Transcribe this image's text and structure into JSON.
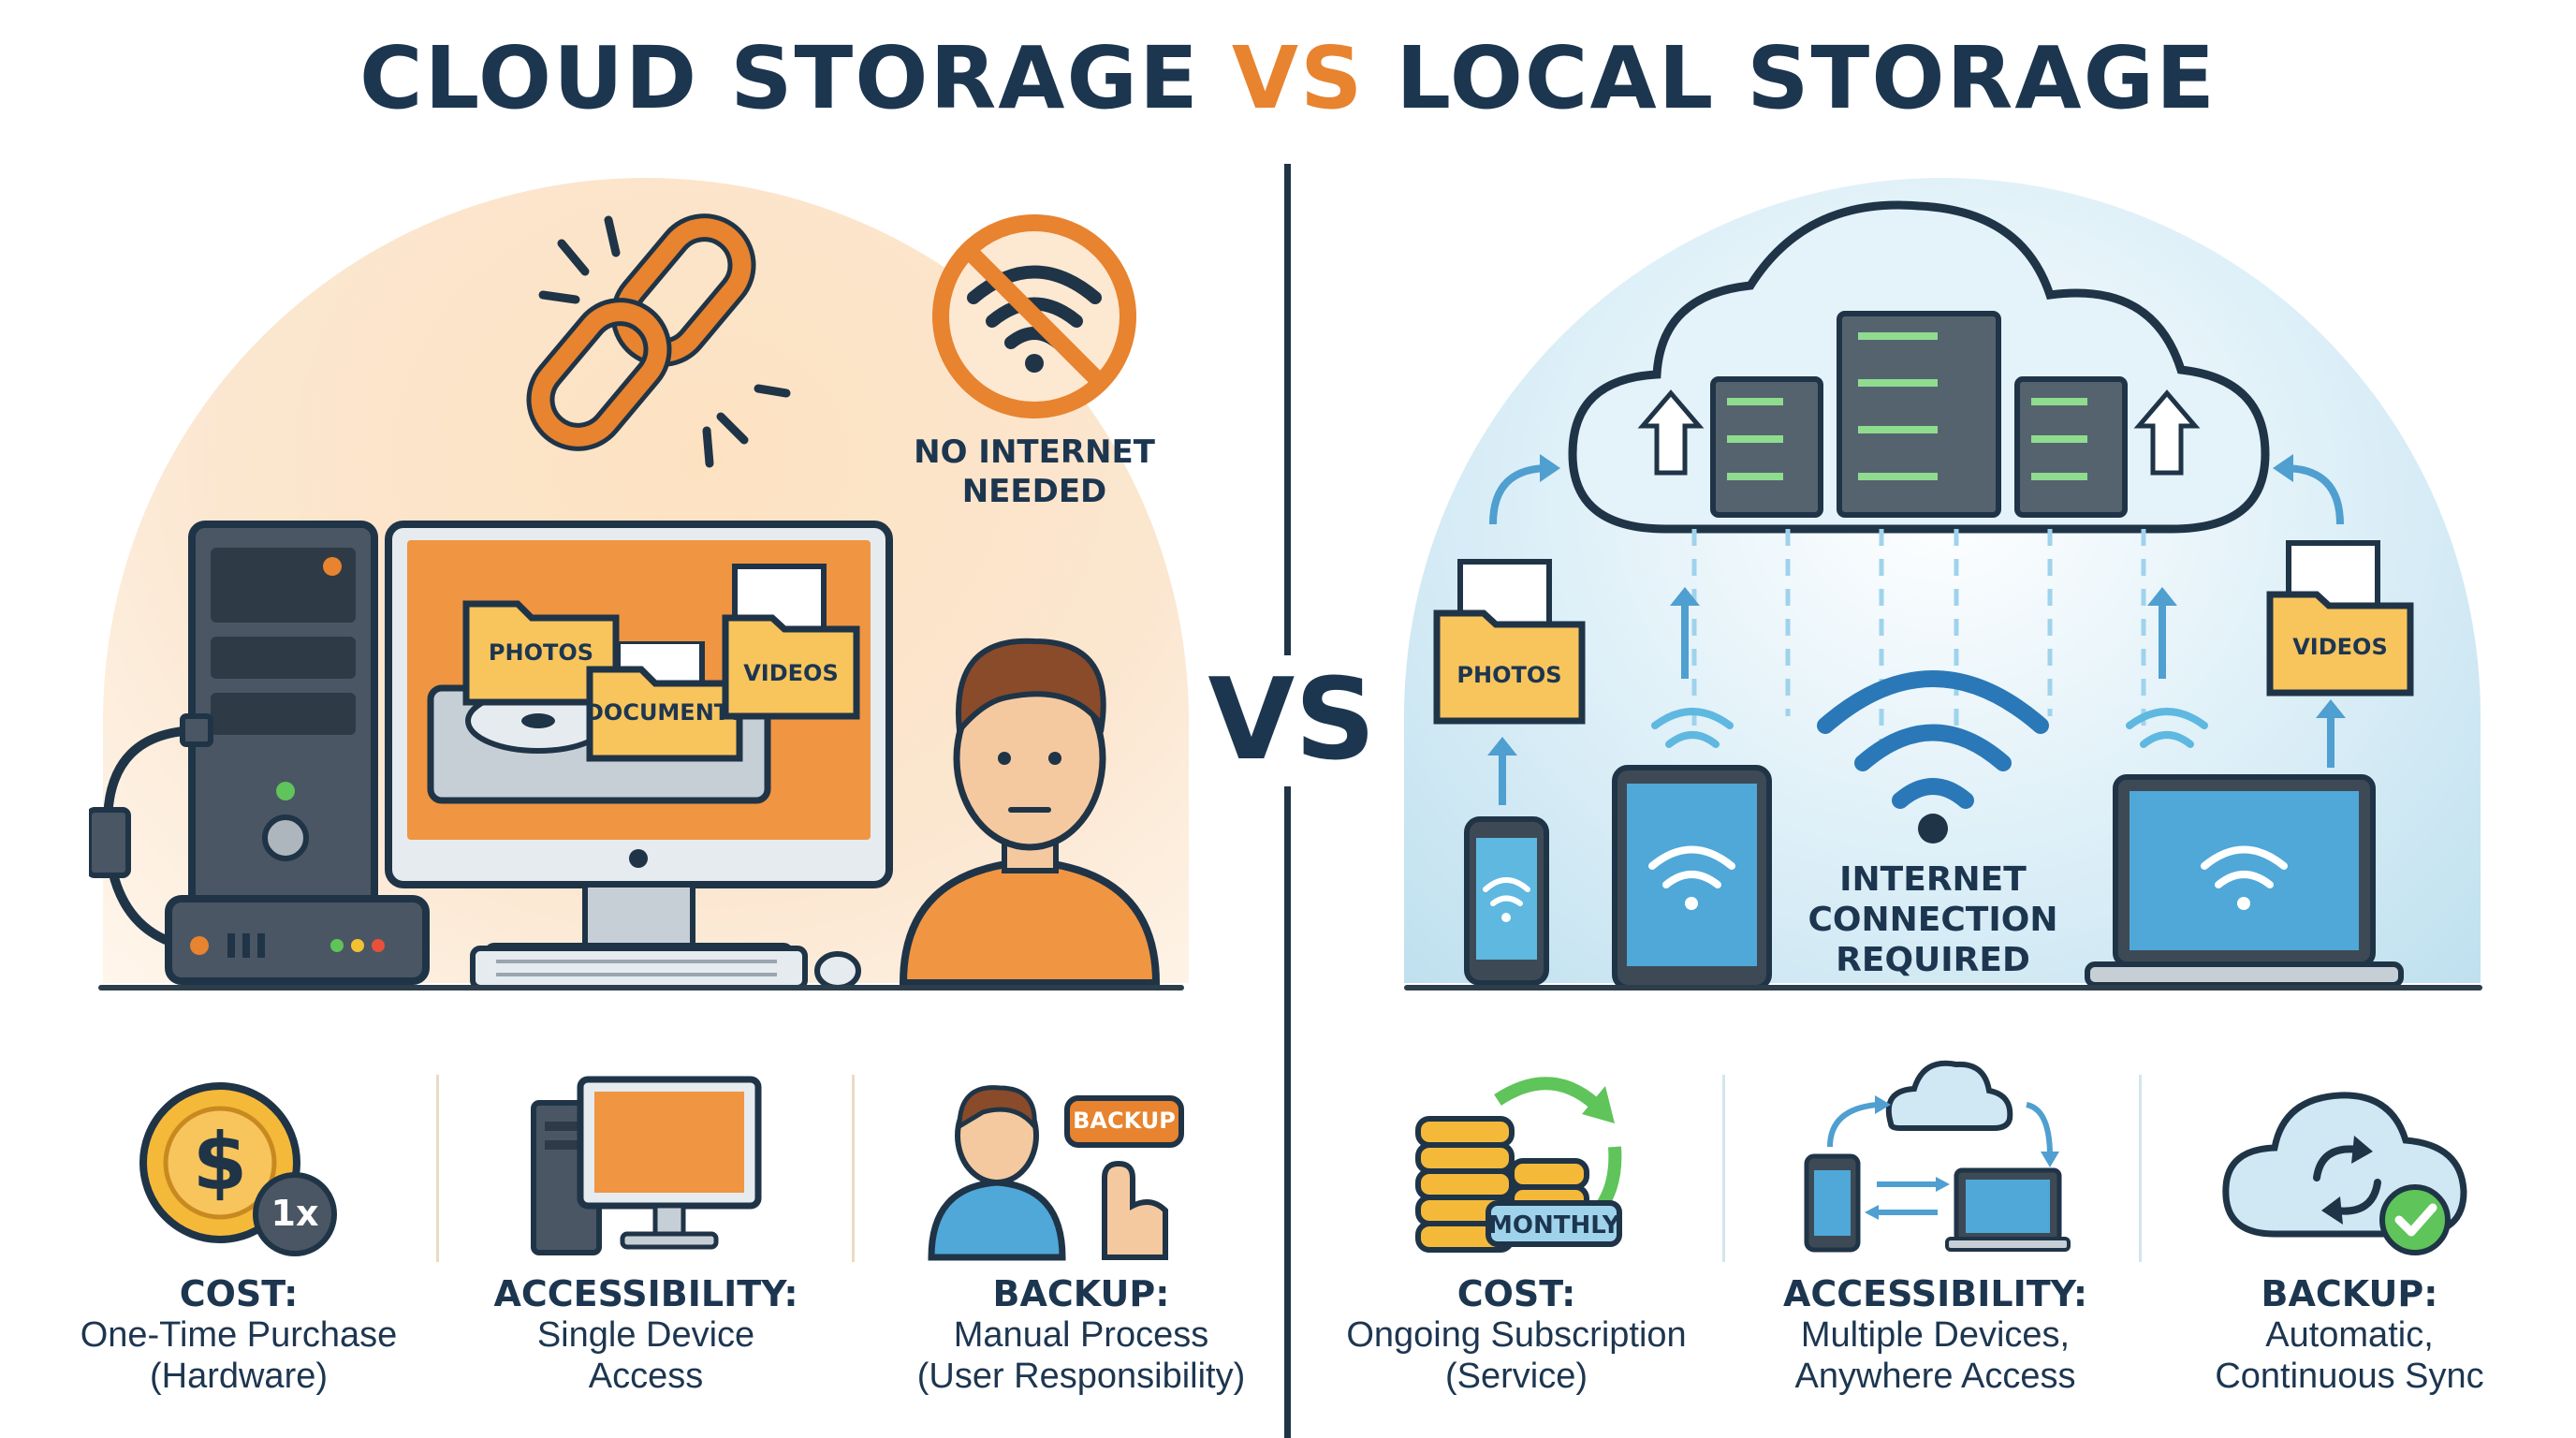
{
  "title": {
    "part1": "CLOUD STORAGE ",
    "vs": "VS",
    "part2": " LOCAL STORAGE"
  },
  "center_vs": "VS",
  "left": {
    "no_internet_line1": "NO INTERNET",
    "no_internet_line2": "NEEDED",
    "folders": {
      "photos": "PHOTOS",
      "documents": "DOCUMENTS",
      "videos": "VIDEOS"
    },
    "features": [
      {
        "head": "COST:",
        "line1": "One-Time Purchase",
        "line2": "(Hardware)",
        "badge": "1x",
        "icon": "dollar-coin-icon"
      },
      {
        "head": "ACCESSIBILITY:",
        "line1": "Single Device",
        "line2": "Access",
        "icon": "desktop-computer-icon"
      },
      {
        "head": "BACKUP:",
        "line1": "Manual Process",
        "line2": "(User Responsibility)",
        "badge": "BACKUP",
        "icon": "manual-backup-icon"
      }
    ]
  },
  "right": {
    "internet_line1": "INTERNET",
    "internet_line2": "CONNECTION",
    "internet_line3": "REQUIRED",
    "folders": {
      "photos": "PHOTOS",
      "videos": "VIDEOS"
    },
    "features": [
      {
        "head": "COST:",
        "line1": "Ongoing Subscription",
        "line2": "(Service)",
        "badge": "MONTHLY",
        "icon": "coin-stack-icon"
      },
      {
        "head": "ACCESSIBILITY:",
        "line1": "Multiple Devices,",
        "line2": "Anywhere Access",
        "icon": "multi-device-sync-icon"
      },
      {
        "head": "BACKUP:",
        "line1": "Automatic,",
        "line2": "Continuous Sync",
        "icon": "cloud-sync-icon"
      }
    ]
  },
  "colors": {
    "navy": "#1d3650",
    "orange": "#e8832f",
    "blue": "#5fb8e0",
    "folder": "#f8c45c"
  }
}
